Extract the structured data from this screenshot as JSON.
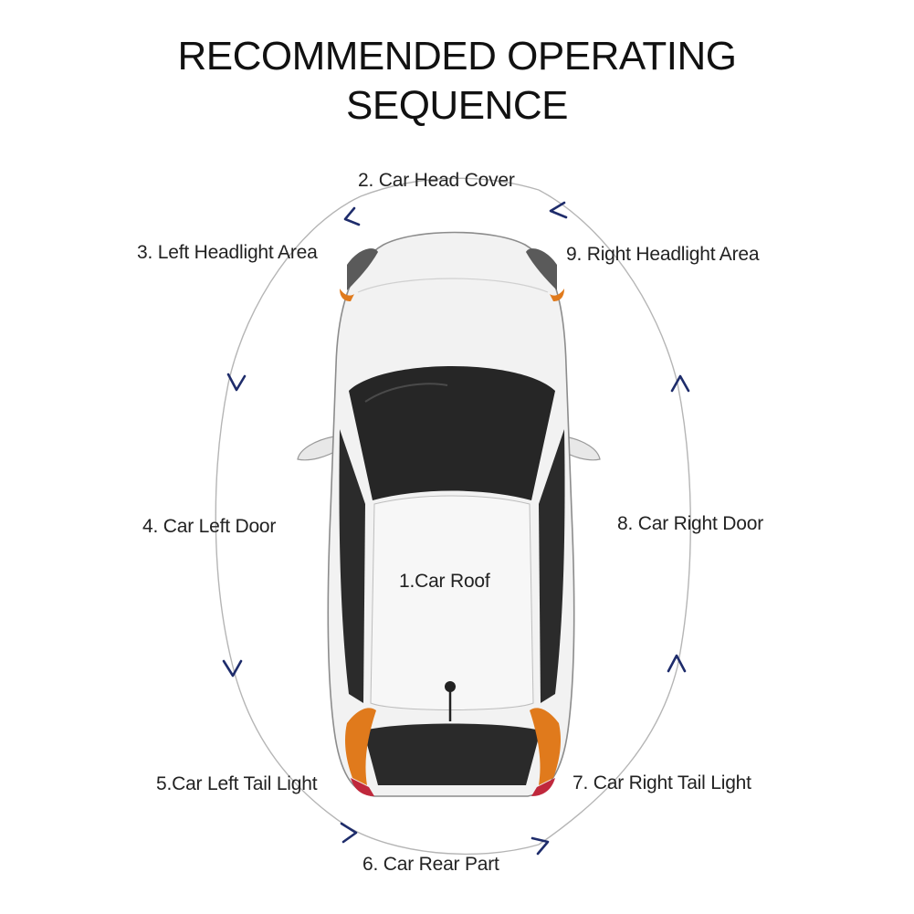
{
  "title": {
    "line1": "RECOMMENDED OPERATING",
    "line2": "SEQUENCE"
  },
  "steps": [
    {
      "text": "1.Car Roof"
    },
    {
      "text": "2. Car Head Cover"
    },
    {
      "text": "3.  Left Headlight Area"
    },
    {
      "text": "4. Car Left Door"
    },
    {
      "text": "5.Car Left Tail Light"
    },
    {
      "text": "6. Car Rear Part"
    },
    {
      "text": "7. Car Right Tail Light"
    },
    {
      "text": "8. Car Right Door"
    },
    {
      "text": "9. Right Headlight Area"
    }
  ],
  "colors": {
    "arrow": "#1e2c6b",
    "orbit": "#b5b5b5",
    "car_body": "#f2f2f2",
    "glass": "#262626",
    "tail_light": "#e07a1c",
    "brake_light": "#c0283c"
  },
  "icons": [
    "car-top-view-illustration",
    "direction-arrow-icon"
  ]
}
